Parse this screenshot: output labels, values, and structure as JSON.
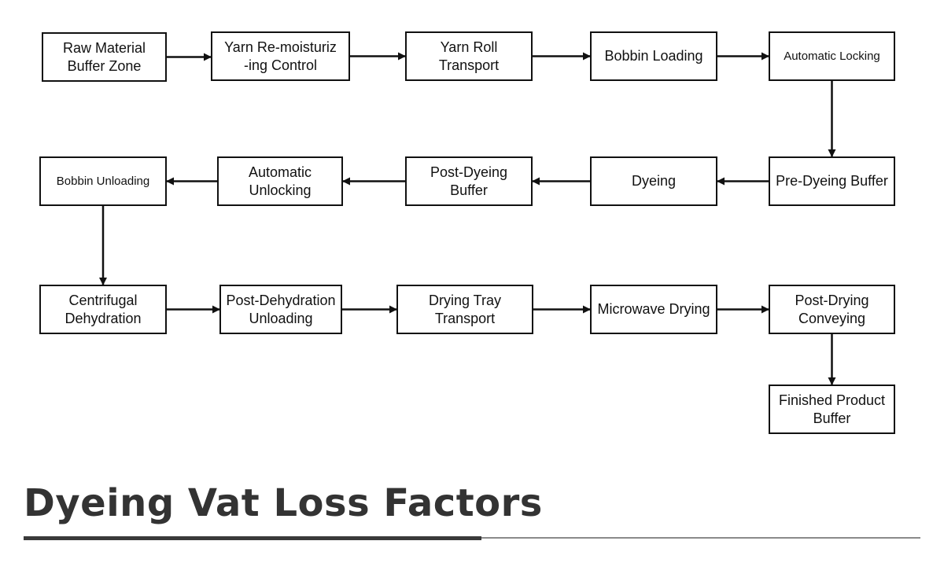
{
  "flowchart": {
    "nodes": [
      {
        "id": "n1",
        "label": "Raw Material\nBuffer Zone"
      },
      {
        "id": "n2",
        "label": "Yarn Re-moisturiz\n-ing Control"
      },
      {
        "id": "n3",
        "label": "Yarn Roll\nTransport"
      },
      {
        "id": "n4",
        "label": "Bobbin Loading"
      },
      {
        "id": "n5",
        "label": "Automatic Locking"
      },
      {
        "id": "n6",
        "label": "Pre-Dyeing Buffer"
      },
      {
        "id": "n7",
        "label": "Dyeing"
      },
      {
        "id": "n8",
        "label": "Post-Dyeing\nBuffer"
      },
      {
        "id": "n9",
        "label": "Automatic\nUnlocking"
      },
      {
        "id": "n10",
        "label": "Bobbin Unloading"
      },
      {
        "id": "n11",
        "label": "Centrifugal\nDehydration"
      },
      {
        "id": "n12",
        "label": "Post-Dehydration\nUnloading"
      },
      {
        "id": "n13",
        "label": "Drying Tray\nTransport"
      },
      {
        "id": "n14",
        "label": "Microwave Drying"
      },
      {
        "id": "n15",
        "label": "Post-Drying\nConveying"
      },
      {
        "id": "n16",
        "label": "Finished Product\nBuffer"
      }
    ],
    "edges": [
      [
        "n1",
        "n2"
      ],
      [
        "n2",
        "n3"
      ],
      [
        "n3",
        "n4"
      ],
      [
        "n4",
        "n5"
      ],
      [
        "n5",
        "n6"
      ],
      [
        "n6",
        "n7"
      ],
      [
        "n7",
        "n8"
      ],
      [
        "n8",
        "n9"
      ],
      [
        "n9",
        "n10"
      ],
      [
        "n10",
        "n11"
      ],
      [
        "n11",
        "n12"
      ],
      [
        "n12",
        "n13"
      ],
      [
        "n13",
        "n14"
      ],
      [
        "n14",
        "n15"
      ],
      [
        "n15",
        "n16"
      ]
    ]
  },
  "section": {
    "title": "Dyeing Vat Loss Factors"
  }
}
